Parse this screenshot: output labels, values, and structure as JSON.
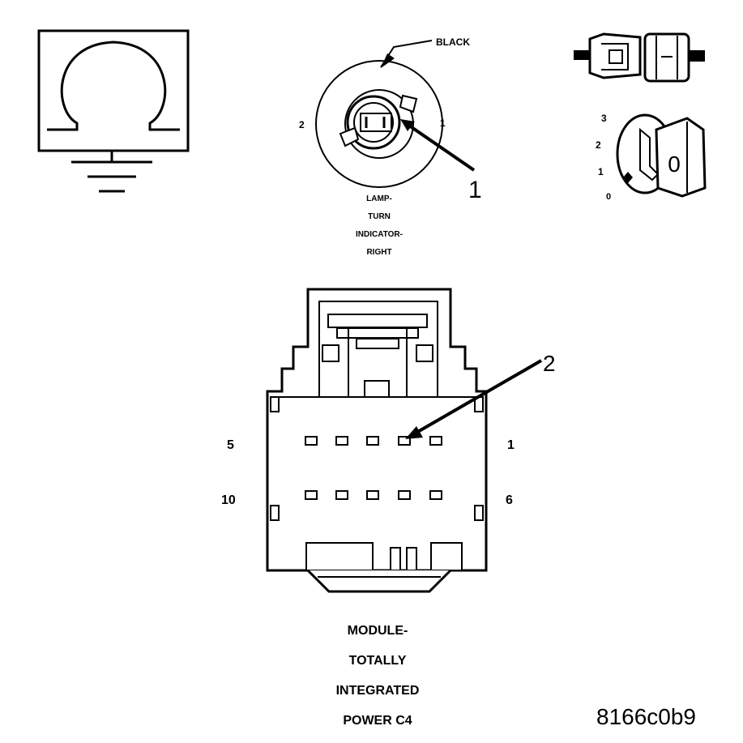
{
  "lamp": {
    "wire_color": "BLACK",
    "pin_left": "2",
    "pin_right": "1",
    "callout": "1",
    "caption_lines": [
      "LAMP-",
      "TURN",
      "INDICATOR-",
      "RIGHT"
    ]
  },
  "key_switch": {
    "positions": [
      "3",
      "2",
      "1",
      "0"
    ],
    "key_label": "0"
  },
  "module": {
    "callout": "2",
    "pin_top_left": "5",
    "pin_top_right": "1",
    "pin_bottom_left": "10",
    "pin_bottom_right": "6",
    "caption_lines": [
      "MODULE-",
      "TOTALLY",
      "INTEGRATED",
      "POWER C4"
    ]
  },
  "figure_id": "8166c0b9"
}
